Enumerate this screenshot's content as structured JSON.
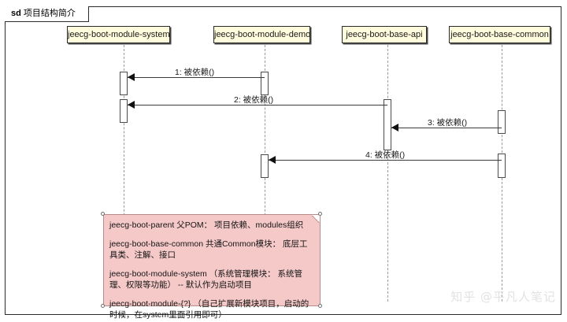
{
  "frame": {
    "keyword": "sd",
    "title": "项目结构简介"
  },
  "participants": [
    {
      "id": "system",
      "label": "jeecg-boot-module-system"
    },
    {
      "id": "demo",
      "label": "jeecg-boot-module-demo"
    },
    {
      "id": "api",
      "label": "jeecg-boot-base-api"
    },
    {
      "id": "common",
      "label": "jeecg-boot-base-common"
    }
  ],
  "messages": [
    {
      "seq": "1",
      "label": "1: 被依赖()",
      "from": "demo",
      "to": "system"
    },
    {
      "seq": "2",
      "label": "2: 被依赖()",
      "from": "api",
      "to": "system"
    },
    {
      "seq": "3",
      "label": "3: 被依赖()",
      "from": "common",
      "to": "api"
    },
    {
      "seq": "4",
      "label": "4: 被依赖()",
      "from": "common",
      "to": "demo"
    }
  ],
  "note": {
    "lines": [
      "jeecg-boot-parent 父POM：  项目依赖、modules组织",
      "jeecg-boot-base-common 共通Common模块：  底层工具类、注解、接口",
      "jeecg-boot-module-system （系统管理模块：  系统管理、权限等功能）  -- 默认作为启动项目",
      "jeecg-boot-module-{?}  （自己扩展新模块项目，启动的时候，在system里面引用即可）"
    ]
  },
  "watermark": {
    "text": "知乎 @平凡人笔记"
  },
  "colors": {
    "participant_fill": "#fffbdd",
    "note_fill": "#f6c9c9",
    "note_border": "#b98a8a",
    "line": "#3a3a3a",
    "lifeline": "#9a9a9a",
    "watermark": "#e2e2e2"
  }
}
